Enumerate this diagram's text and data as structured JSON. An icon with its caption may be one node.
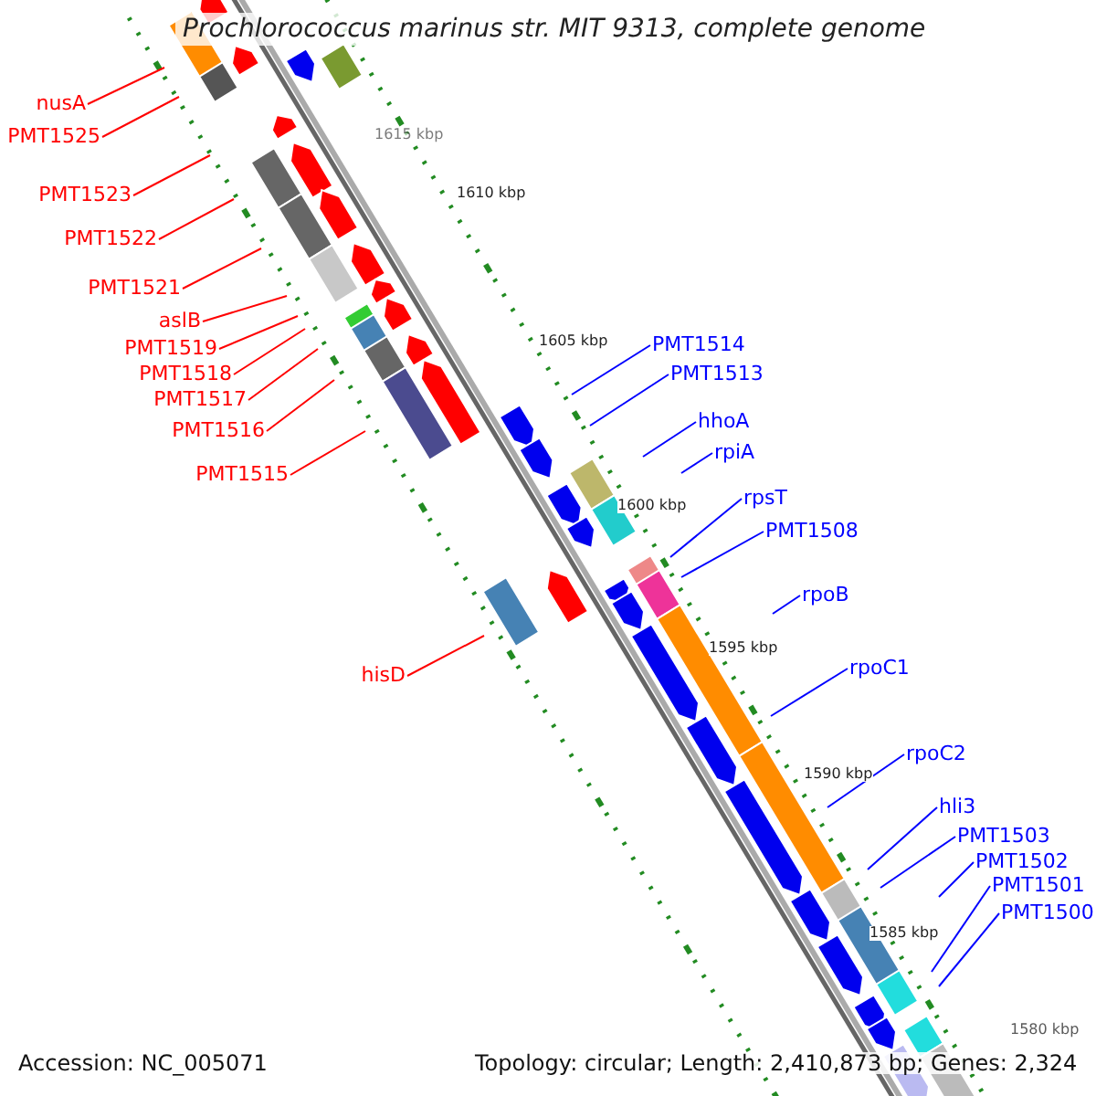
{
  "diagram": {
    "title": "Prochlorococcus marinus str. MIT 9313, complete genome",
    "nodes": [
      {
        "text": [
          "nusA"
        ]
      },
      {
        "text": [
          "PMT1525"
        ]
      },
      {
        "text": [
          "PMT1523"
        ]
      },
      {
        "text": [
          "PMT1522"
        ]
      },
      {
        "text": [
          "PMT1521"
        ]
      },
      {
        "text": [
          "aslB"
        ]
      },
      {
        "text": [
          "PMT1519"
        ]
      },
      {
        "text": [
          "PMT1518"
        ]
      },
      {
        "text": [
          "PMT1517"
        ]
      },
      {
        "text": [
          "PMT1516"
        ]
      },
      {
        "text": [
          "PMT1515"
        ]
      },
      {
        "text": [
          "hisD"
        ]
      },
      {
        "text": [
          "PMT1514"
        ]
      },
      {
        "text": [
          "PMT1513"
        ]
      },
      {
        "text": [
          "hhoA"
        ]
      },
      {
        "text": [
          "rpiA"
        ]
      },
      {
        "text": [
          "rpsT"
        ]
      },
      {
        "text": [
          "PMT1508"
        ]
      },
      {
        "text": [
          "rpoB"
        ]
      },
      {
        "text": [
          "rpoC1"
        ]
      },
      {
        "text": [
          "rpoC2"
        ]
      },
      {
        "text": [
          "hli3"
        ]
      },
      {
        "text": [
          "PMT1503"
        ]
      },
      {
        "text": [
          "PMT1502"
        ]
      },
      {
        "text": [
          "PMT1501"
        ]
      },
      {
        "text": [
          "PMT1500"
        ]
      }
    ],
    "edges": [
      {
        "from": 0,
        "to": null,
        "arrow": "none",
        "color": "#ff0000"
      },
      {
        "from": 1,
        "to": null,
        "arrow": "none",
        "color": "#ff0000"
      },
      {
        "from": 2,
        "to": null,
        "arrow": "none",
        "color": "#ff0000"
      },
      {
        "from": 3,
        "to": null,
        "arrow": "none",
        "color": "#ff0000"
      },
      {
        "from": 4,
        "to": null,
        "arrow": "none",
        "color": "#ff0000"
      },
      {
        "from": 5,
        "to": null,
        "arrow": "none",
        "color": "#ff0000"
      },
      {
        "from": 6,
        "to": null,
        "arrow": "none",
        "color": "#ff0000"
      },
      {
        "from": 7,
        "to": null,
        "arrow": "none",
        "color": "#ff0000"
      },
      {
        "from": 8,
        "to": null,
        "arrow": "none",
        "color": "#ff0000"
      },
      {
        "from": 9,
        "to": null,
        "arrow": "none",
        "color": "#ff0000"
      },
      {
        "from": 10,
        "to": null,
        "arrow": "none",
        "color": "#ff0000"
      },
      {
        "from": 11,
        "to": null,
        "arrow": "none",
        "color": "#ff0000"
      },
      {
        "from": 12,
        "to": null,
        "arrow": "none"
      },
      {
        "from": 13,
        "to": null,
        "arrow": "none"
      },
      {
        "from": 14,
        "to": null,
        "arrow": "none"
      },
      {
        "from": 15,
        "to": null,
        "arrow": "none"
      },
      {
        "from": 16,
        "to": null,
        "arrow": "none"
      },
      {
        "from": 17,
        "to": null,
        "arrow": "none"
      },
      {
        "from": 18,
        "to": null,
        "arrow": "none"
      },
      {
        "from": 19,
        "to": null,
        "arrow": "none"
      },
      {
        "from": 20,
        "to": null,
        "arrow": "none"
      },
      {
        "from": 21,
        "to": null,
        "arrow": "none"
      },
      {
        "from": 22,
        "to": null,
        "arrow": "none"
      },
      {
        "from": 23,
        "to": null,
        "arrow": "none"
      },
      {
        "from": 24,
        "to": null,
        "arrow": "none"
      },
      {
        "from": 25,
        "to": null,
        "arrow": "none"
      }
    ],
    "labels": [
      "1615 kbp",
      "1610 kbp",
      "1605 kbp",
      "1600 kbp",
      "1595 kbp",
      "1590 kbp",
      "1585 kbp",
      "1580 kbp",
      "Accession: NC_005071",
      "Topology: circular; Length: 2,410,873 bp; Genes: 2,324"
    ]
  }
}
